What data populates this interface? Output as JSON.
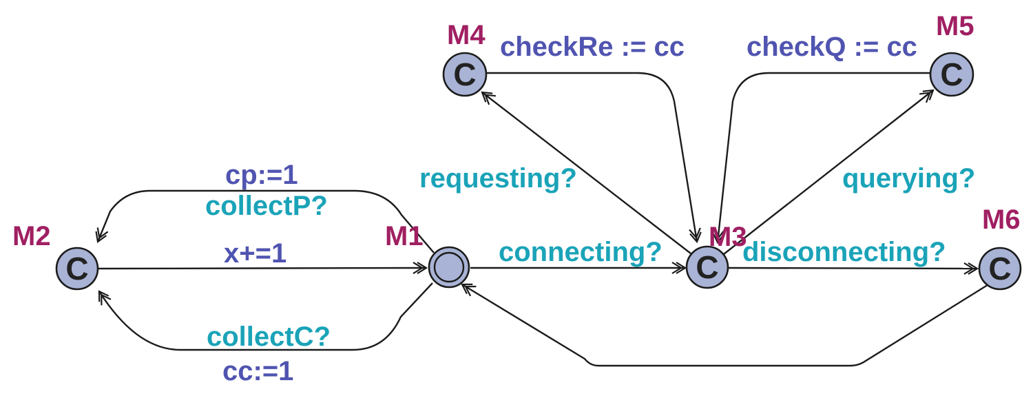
{
  "diagram": {
    "kind": "uppaal-timed-automaton",
    "background": "#ffffff",
    "colors": {
      "node_fill": "#a9b3d5",
      "node_border": "#1b1b1b",
      "edge_line": "#1b1b1b",
      "location_name": "#a01f62",
      "sync_label": "#1aa3b8",
      "assign_label": "#5054b0",
      "committed_mark": "#222222"
    },
    "locations": [
      {
        "name": "M1",
        "kind": "initial-double-circle"
      },
      {
        "name": "M2",
        "kind": "committed",
        "mark": "C"
      },
      {
        "name": "M3",
        "kind": "committed",
        "mark": "C"
      },
      {
        "name": "M4",
        "kind": "committed",
        "mark": "C"
      },
      {
        "name": "M5",
        "kind": "committed",
        "mark": "C"
      },
      {
        "name": "M6",
        "kind": "committed",
        "mark": "C"
      }
    ],
    "edges": [
      {
        "from": "M1",
        "to": "M2",
        "sync": "collectP?",
        "assign": "cp:=1"
      },
      {
        "from": "M2",
        "to": "M1",
        "assign": "x+=1"
      },
      {
        "from": "M1",
        "to": "M2",
        "sync": "collectC?",
        "assign": "cc:=1"
      },
      {
        "from": "M1",
        "to": "M3",
        "sync": "connecting?"
      },
      {
        "from": "M3",
        "to": "M4",
        "sync": "requesting?"
      },
      {
        "from": "M4",
        "to": "M3",
        "assign": "checkRe := cc"
      },
      {
        "from": "M3",
        "to": "M5",
        "sync": "querying?"
      },
      {
        "from": "M5",
        "to": "M3",
        "assign": "checkQ := cc"
      },
      {
        "from": "M3",
        "to": "M6",
        "sync": "disconnecting?"
      },
      {
        "from": "M6",
        "to": "M1"
      }
    ]
  }
}
